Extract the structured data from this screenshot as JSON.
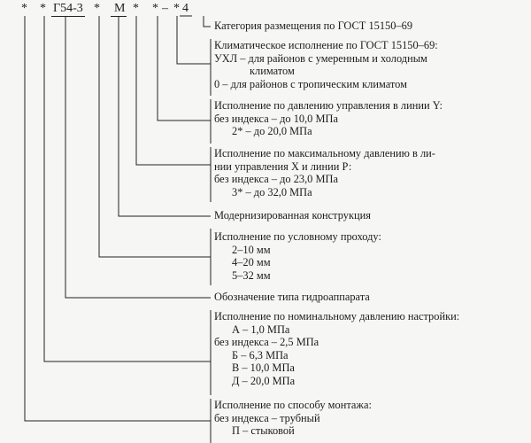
{
  "code": {
    "star1": "*",
    "star2": "*",
    "type": "Г54-3",
    "star3": "*",
    "mod": "М",
    "star4": "*",
    "star5": "*",
    "dash": "–",
    "star6": "*",
    "last": "4"
  },
  "sections": {
    "s1": {
      "title": "Категория размещения по ГОСТ 15150–69"
    },
    "s2": {
      "title": "Климатическое исполнение по ГОСТ 15150–69:",
      "line1": "УХЛ – для районов с умеренным и холодным",
      "line2": "климатом",
      "line3": "0 – для районов с тропическим климатом"
    },
    "s3": {
      "title": "Исполнение по давлению управления в линии Y:",
      "items": [
        "без индекса – до 10,0 МПа",
        "2* – до 20,0 МПа"
      ]
    },
    "s4": {
      "title1": "Исполнение по максимальному давлению в ли-",
      "title2": "нии управления Х и линии Р:",
      "items": [
        "без индекса – до 23,0 МПа",
        "3* – до 32,0 МПа"
      ]
    },
    "s5": {
      "title": "Модернизированная конструкция"
    },
    "s6": {
      "title": "Исполнение по условному проходу:",
      "items": [
        "2–10 мм",
        "4–20 мм",
        "5–32 мм"
      ]
    },
    "s7": {
      "title": "Обозначение типа гидроаппарата"
    },
    "s8": {
      "title": "Исполнение по номинальному давлению настройки:",
      "items": [
        "А – 1,0 МПа",
        "без индекса – 2,5 МПа",
        "Б – 6,3 МПа",
        "В – 10,0 МПа",
        "Д – 20,0 МПа"
      ]
    },
    "s9": {
      "title": "Исполнение по способу монтажа:",
      "items": [
        "без индекса – трубный",
        "П – стыковой"
      ]
    }
  }
}
